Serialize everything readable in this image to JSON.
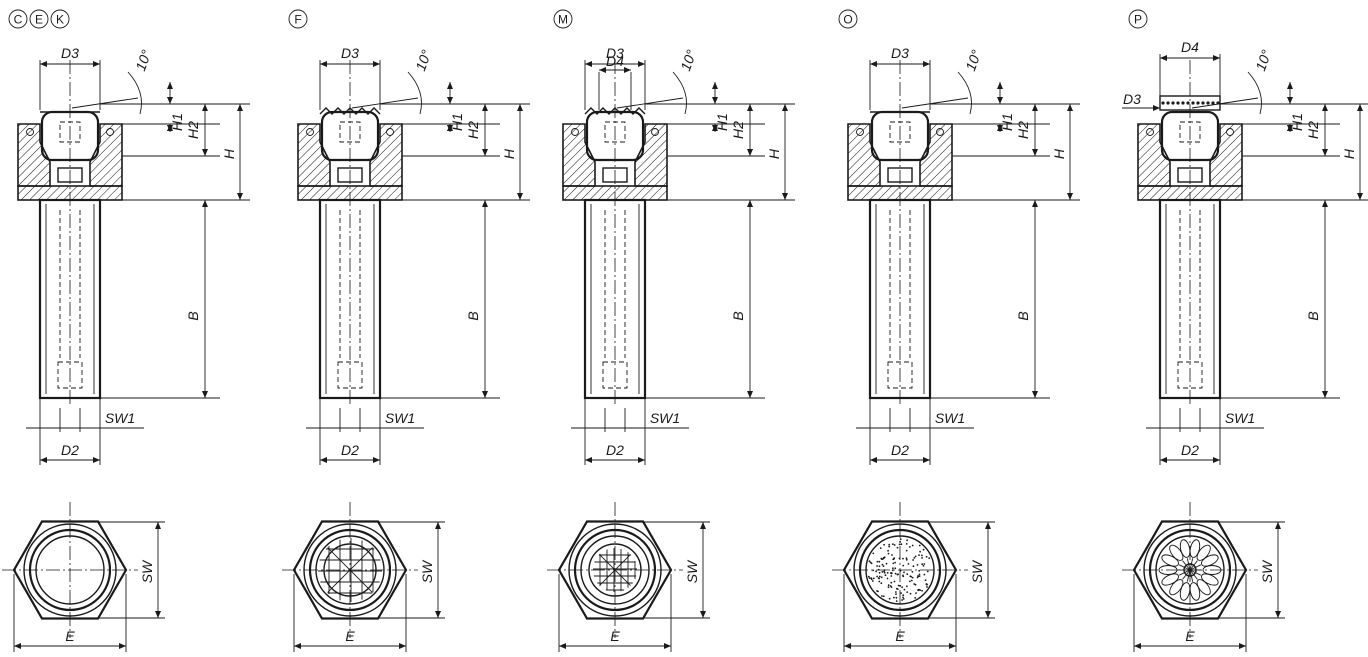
{
  "variants": [
    {
      "codes": [
        "C",
        "E",
        "K"
      ],
      "top": "plain",
      "insert": "plain",
      "widthLabel": "D3"
    },
    {
      "codes": [
        "F"
      ],
      "top": "serrated",
      "insert": "grid",
      "widthLabel": "D3"
    },
    {
      "codes": [
        "M"
      ],
      "top": "serrated",
      "insert": "finegrid",
      "widthLabel": "D3",
      "innerLabel": "D4"
    },
    {
      "codes": [
        "O"
      ],
      "top": "plain",
      "insert": "dotted",
      "widthLabel": "D3"
    },
    {
      "codes": [
        "P"
      ],
      "top": "knurled",
      "insert": "rosette",
      "widthLabel": "D4",
      "sideLabel": "D3"
    }
  ],
  "labels": {
    "angle": "10°",
    "h1": "H1",
    "h2": "H2",
    "h": "H",
    "b": "B",
    "sw1": "SW1",
    "d2": "D2",
    "sw": "SW",
    "e": "E"
  }
}
